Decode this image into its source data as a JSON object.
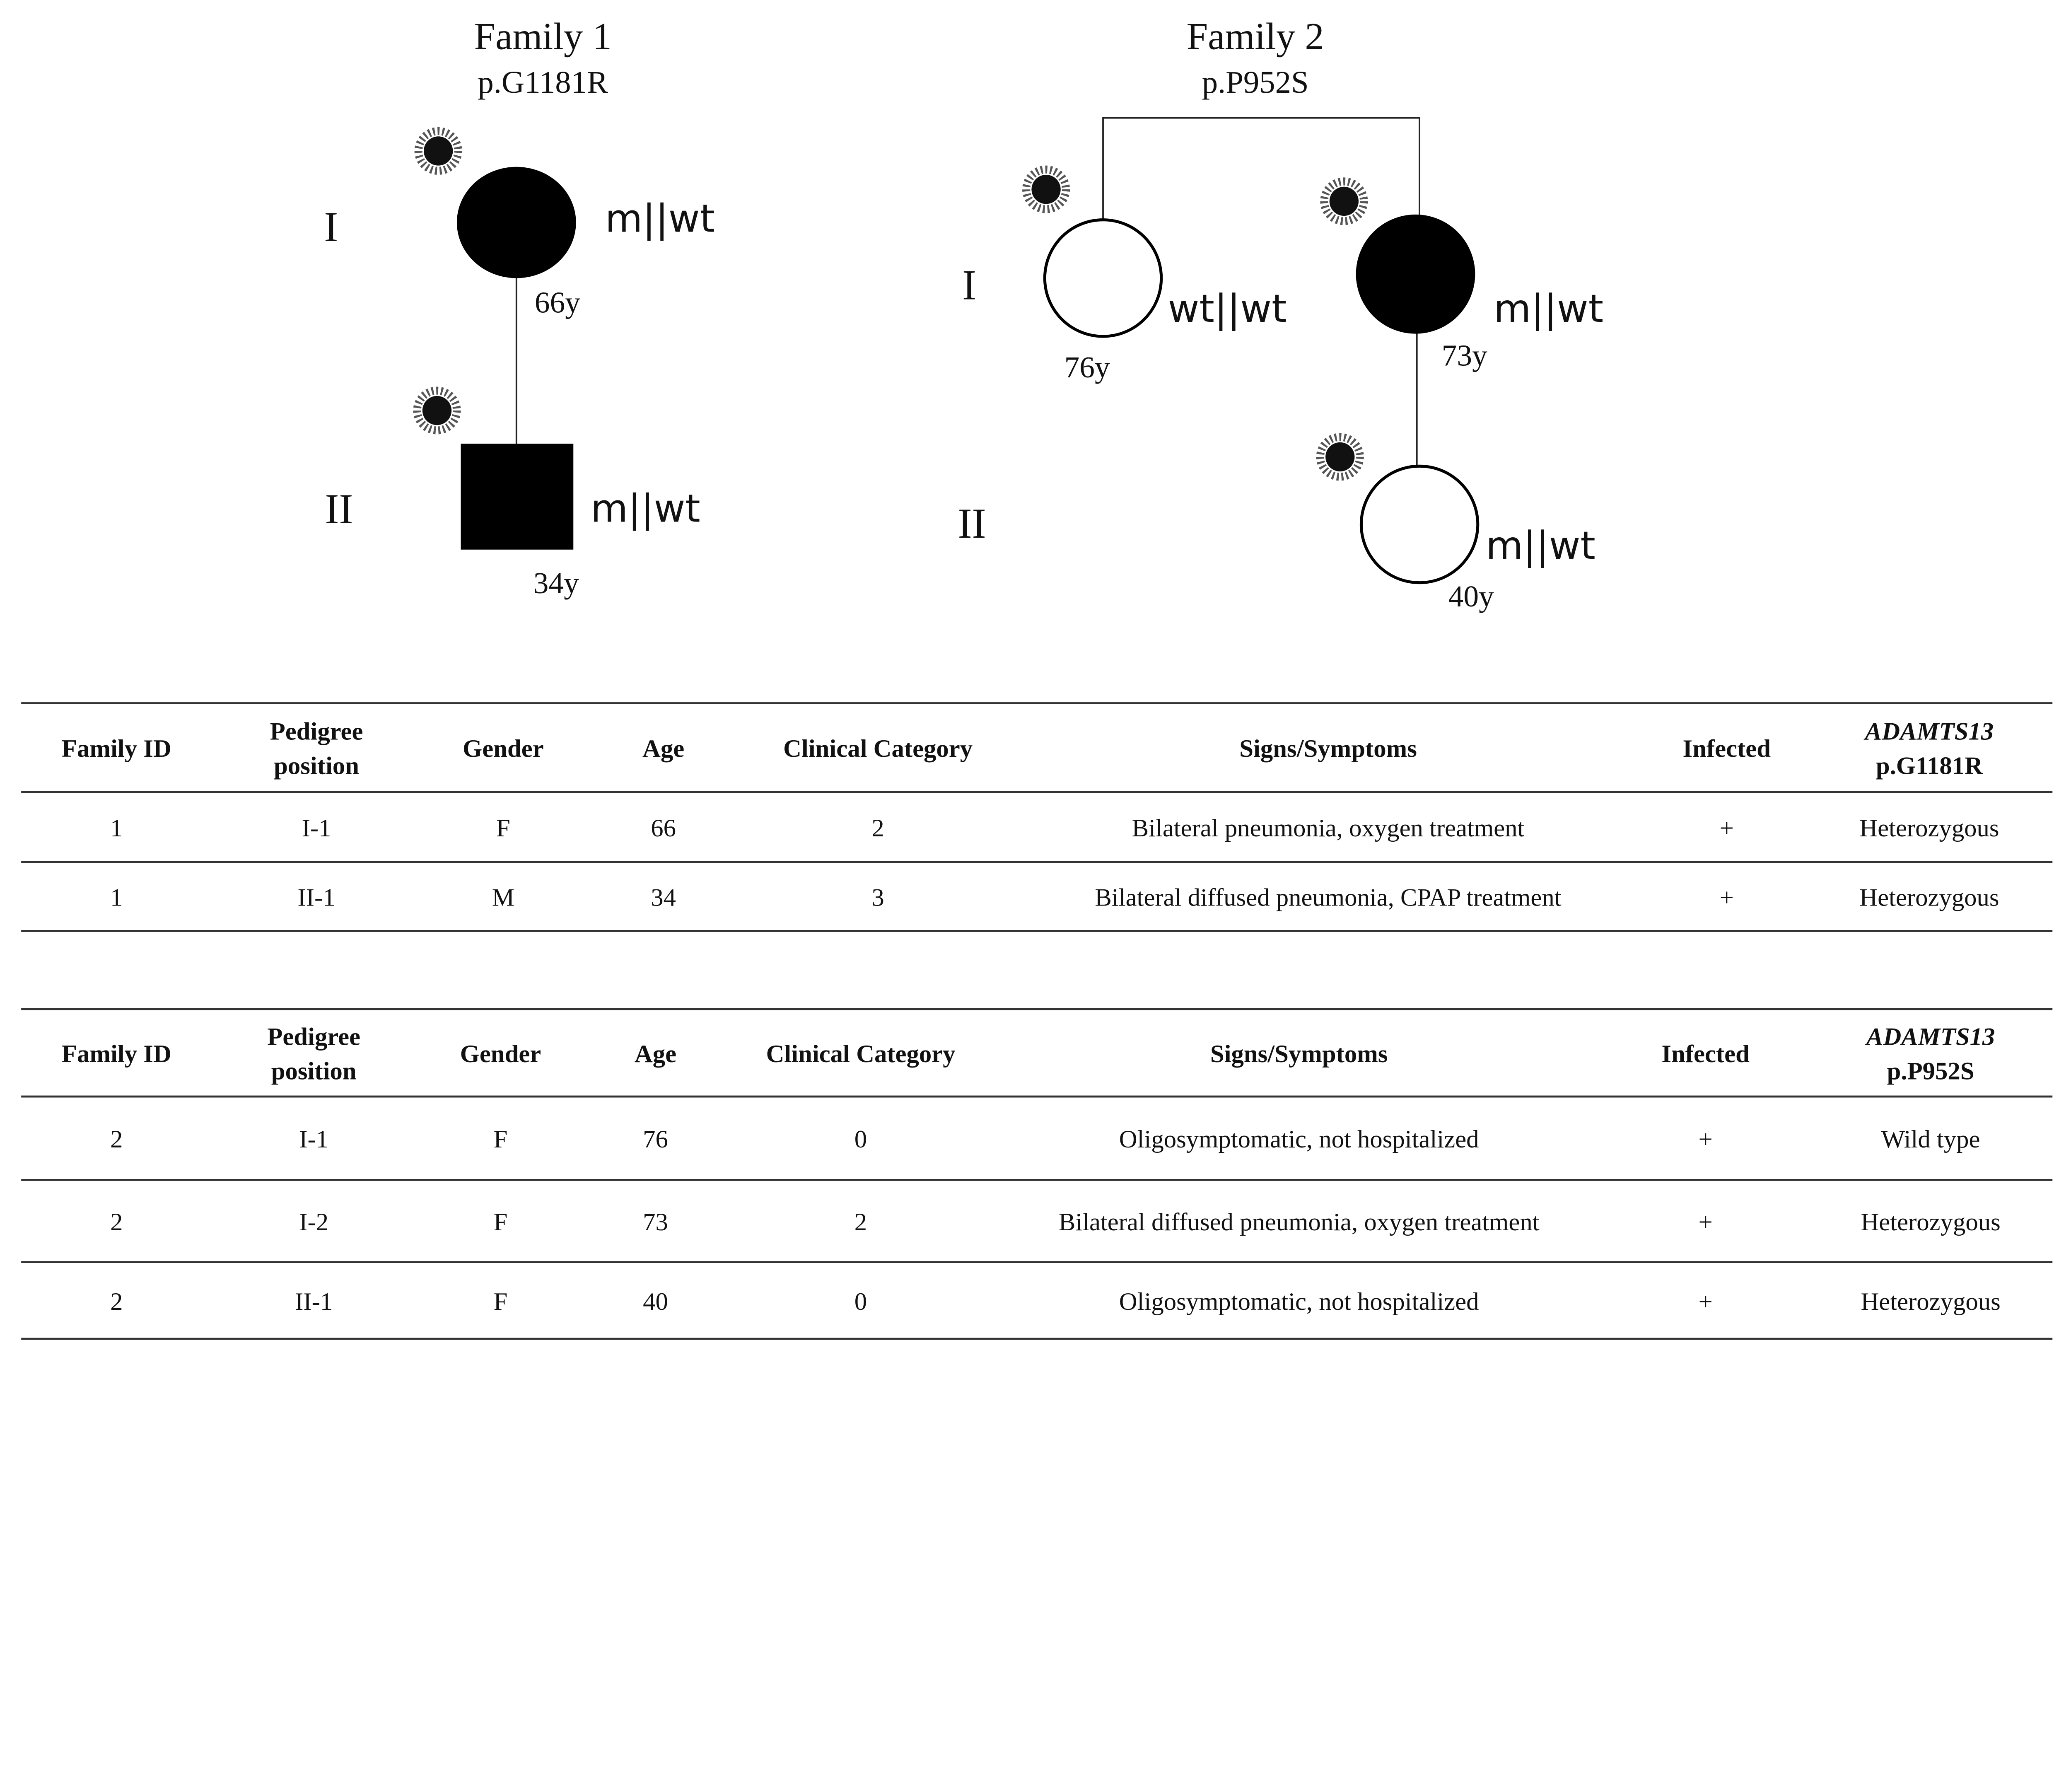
{
  "family1": {
    "title": "Family 1",
    "variant": "p.G1181R",
    "generations": [
      "I",
      "II"
    ],
    "members": [
      {
        "id": "I-1",
        "shape": "circle",
        "affected": true,
        "genotype": "m||wt",
        "age": "66y",
        "infected": true
      },
      {
        "id": "II-1",
        "shape": "square",
        "affected": true,
        "genotype": "m||wt",
        "age": "34y",
        "infected": true
      }
    ]
  },
  "family2": {
    "title": "Family 2",
    "variant": "p.P952S",
    "generations": [
      "I",
      "II"
    ],
    "members": [
      {
        "id": "I-1",
        "shape": "circle",
        "affected": false,
        "genotype": "wt||wt",
        "age": "76y",
        "infected": true
      },
      {
        "id": "I-2",
        "shape": "circle",
        "affected": true,
        "genotype": "m||wt",
        "age": "73y",
        "infected": true
      },
      {
        "id": "II-1",
        "shape": "circle",
        "affected": false,
        "genotype": "m||wt",
        "age": "40y",
        "infected": true
      }
    ]
  },
  "table1": {
    "headers": [
      "Family ID",
      [
        "Pedigree",
        "position"
      ],
      "Gender",
      "Age",
      "Clinical Category",
      "Signs/Symptoms",
      "Infected",
      [
        "ADAMTS13",
        "p.G1181R"
      ]
    ],
    "rows": [
      [
        "1",
        "I-1",
        "F",
        "66",
        "2",
        "Bilateral pneumonia,  oxygen treatment",
        "+",
        "Heterozygous"
      ],
      [
        "1",
        "II-1",
        "M",
        "34",
        "3",
        "Bilateral diffused pneumonia,  CPAP treatment",
        "+",
        "Heterozygous"
      ]
    ]
  },
  "table2": {
    "headers": [
      "Family ID",
      [
        "Pedigree",
        "position"
      ],
      "Gender",
      "Age",
      "Clinical Category",
      "Signs/Symptoms",
      "Infected",
      [
        "ADAMTS13",
        "p.P952S"
      ]
    ],
    "rows": [
      [
        "2",
        "I-1",
        "F",
        "76",
        "0",
        "Oligosymptomatic,  not hospitalized",
        "+",
        "Wild type"
      ],
      [
        "2",
        "I-2",
        "F",
        "73",
        "2",
        "Bilateral diffused pneumonia,  oxygen treatment",
        "+",
        "Heterozygous"
      ],
      [
        "2",
        "II-1",
        "F",
        "40",
        "0",
        "Oligosymptomatic,  not hospitalized",
        "+",
        "Heterozygous"
      ]
    ]
  },
  "icons": {
    "infected": "virus-icon"
  },
  "colors": {
    "affected": "#000000",
    "unaffected": "#ffffff"
  }
}
